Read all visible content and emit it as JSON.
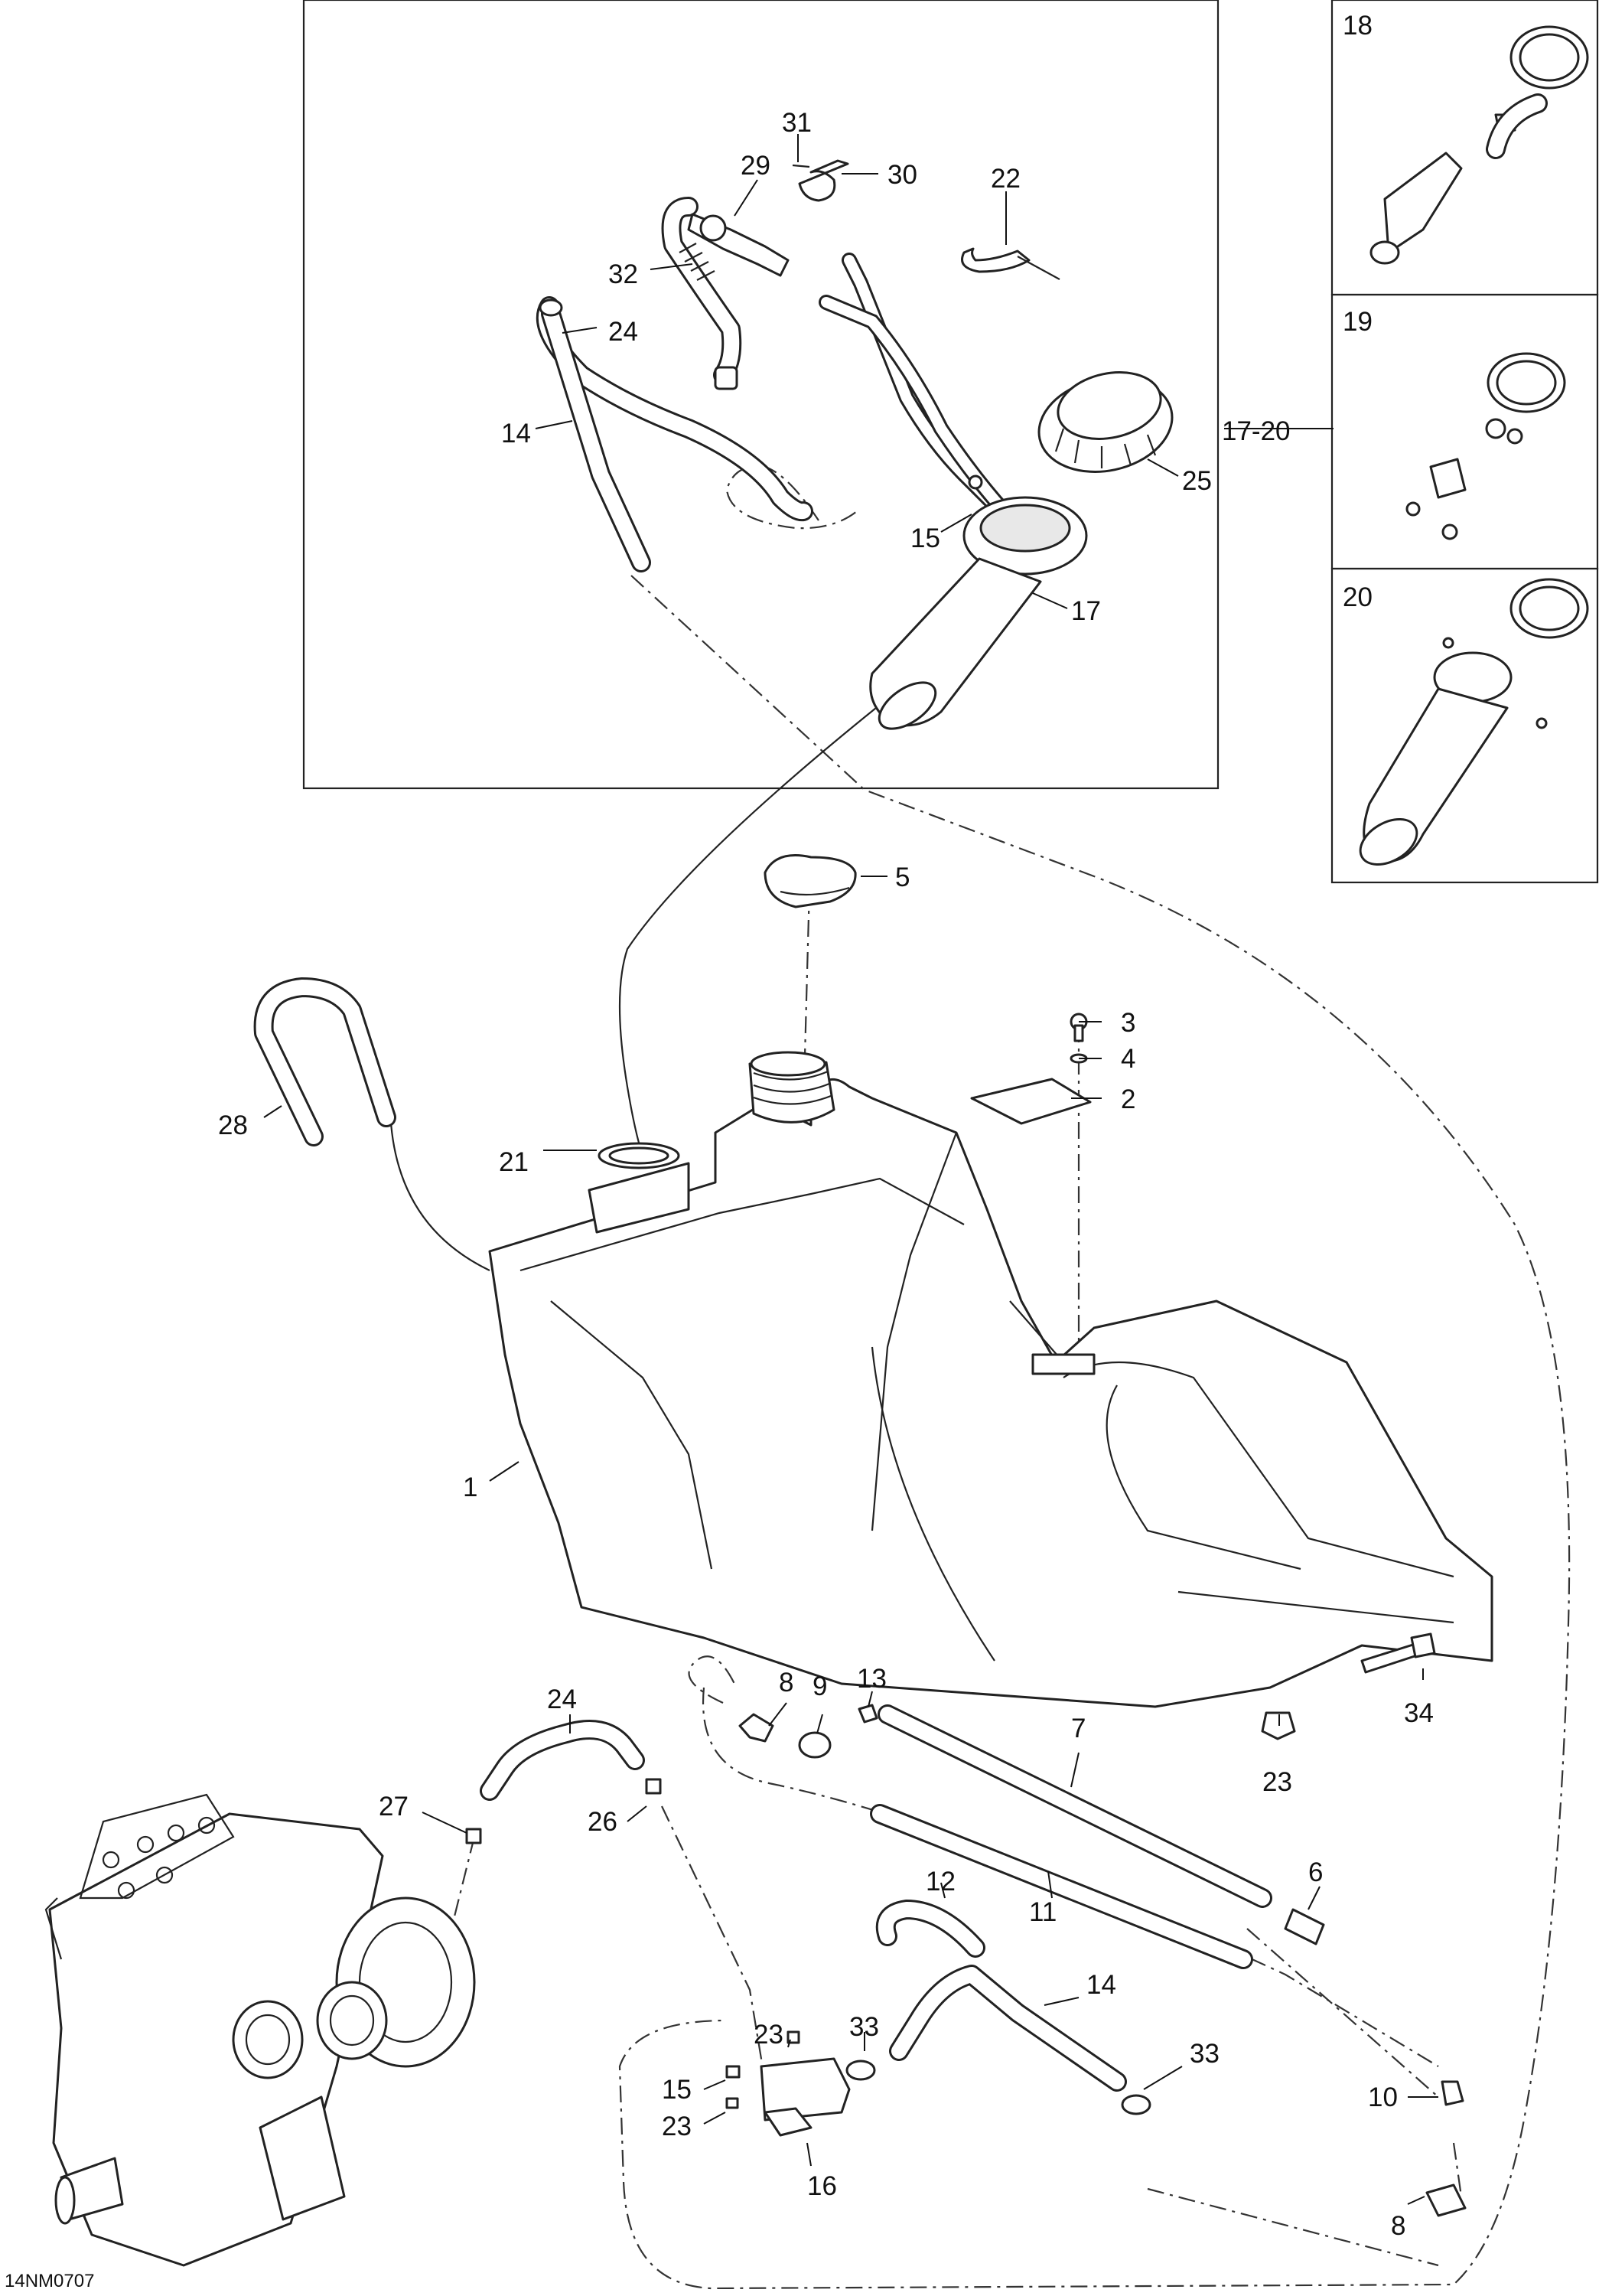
{
  "drawing_code": "14NM0707",
  "callouts": {
    "c1": "1",
    "c2": "2",
    "c3": "3",
    "c4": "4",
    "c5": "5",
    "c6": "6",
    "c7": "7",
    "c8a": "8",
    "c8b": "8",
    "c9": "9",
    "c10": "10",
    "c11": "11",
    "c12": "12",
    "c13": "13",
    "c14a": "14",
    "c14b": "14",
    "c15a": "15",
    "c15b": "15",
    "c16": "16",
    "c17": "17",
    "c17_20": "17-20",
    "c18": "18",
    "c19": "19",
    "c20": "20",
    "c21": "21",
    "c22": "22",
    "c23a": "23",
    "c23b": "23",
    "c23c": "23",
    "c24a": "24",
    "c24b": "24",
    "c25": "25",
    "c26": "26",
    "c27": "27",
    "c28": "28",
    "c29": "29",
    "c30": "30",
    "c31": "31",
    "c32": "32",
    "c33a": "33",
    "c33b": "33",
    "c34": "34"
  }
}
